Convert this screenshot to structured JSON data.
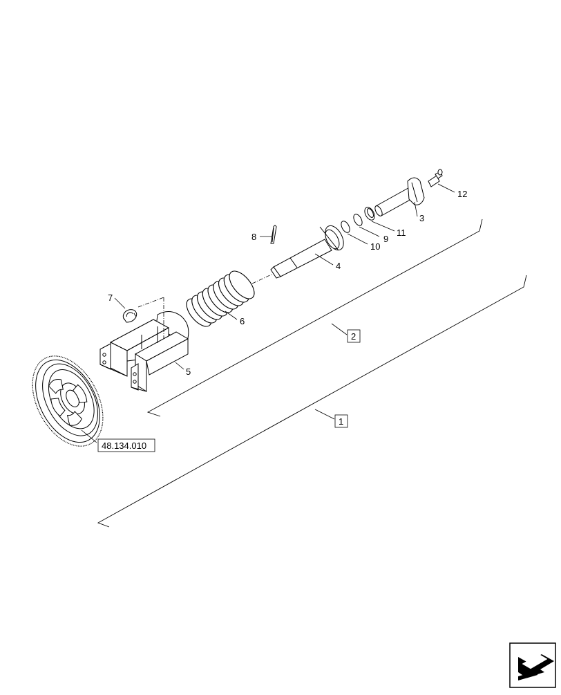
{
  "diagram": {
    "callouts": [
      {
        "id": "1",
        "text": "1"
      },
      {
        "id": "2",
        "text": "2"
      },
      {
        "id": "3",
        "text": "3"
      },
      {
        "id": "4",
        "text": "4"
      },
      {
        "id": "5",
        "text": "5"
      },
      {
        "id": "6",
        "text": "6"
      },
      {
        "id": "7",
        "text": "7"
      },
      {
        "id": "8",
        "text": "8"
      },
      {
        "id": "9",
        "text": "9"
      },
      {
        "id": "10",
        "text": "10"
      },
      {
        "id": "11",
        "text": "11"
      },
      {
        "id": "12",
        "text": "12"
      }
    ],
    "reference_label": "48.134.010"
  },
  "nav": {
    "icon": "back-arrow-icon"
  }
}
